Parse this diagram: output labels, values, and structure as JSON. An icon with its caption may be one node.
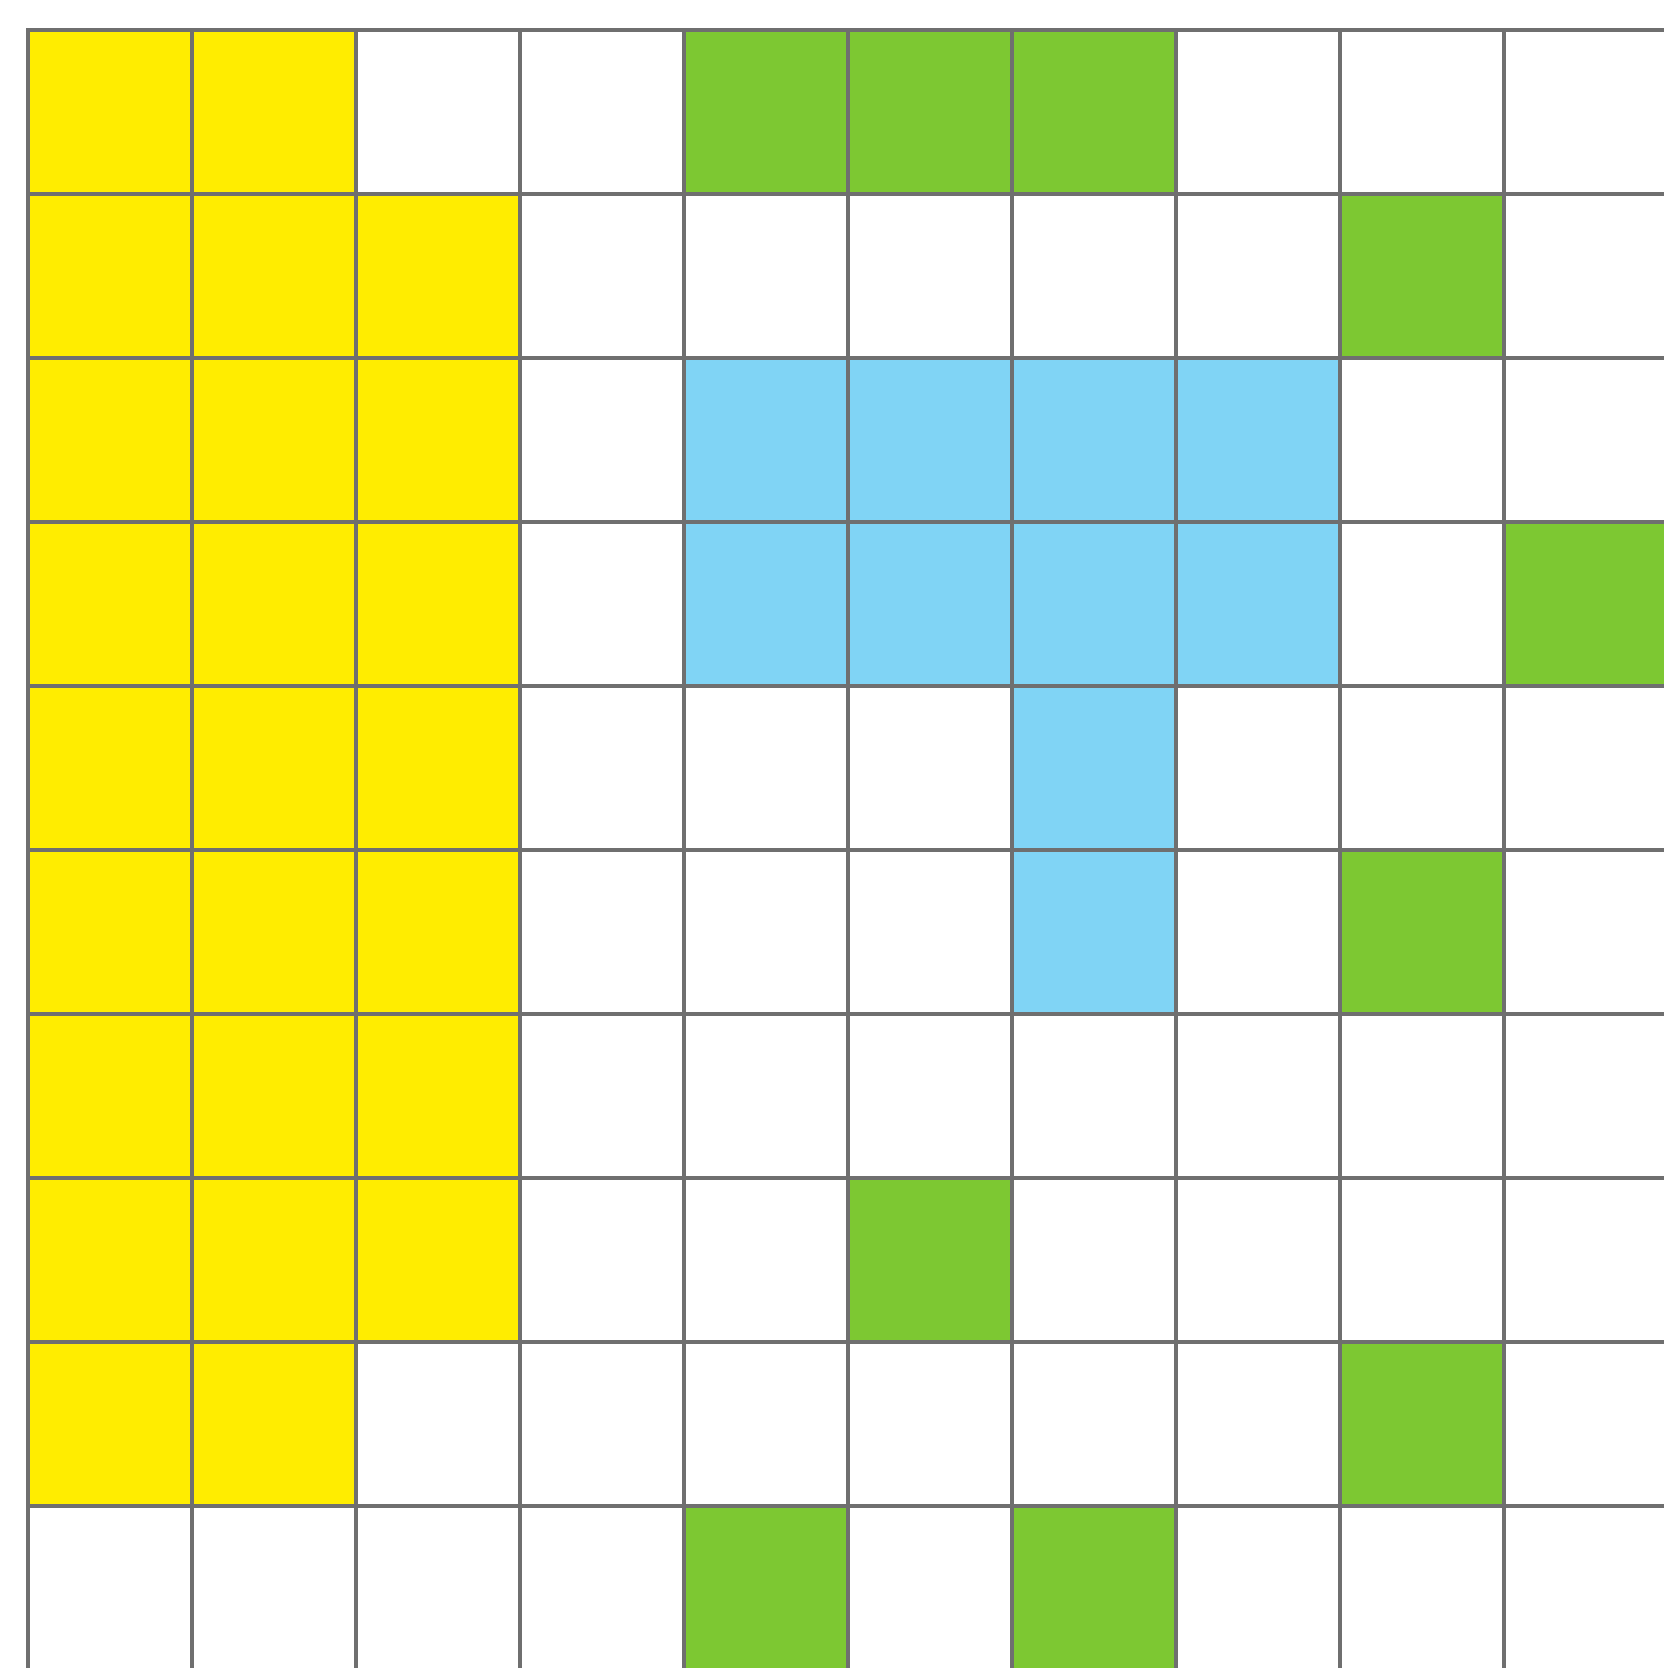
{
  "diagram": {
    "nodes": [
      {
        "text": [],
        "shape": "box"
      },
      {
        "text": [],
        "shape": "box"
      },
      {
        "text": [],
        "shape": "box"
      },
      {
        "text": [],
        "shape": "box"
      },
      {
        "text": [],
        "shape": "box"
      },
      {
        "text": [],
        "shape": "box"
      },
      {
        "text": [],
        "shape": "box"
      },
      {
        "text": [],
        "shape": "box"
      },
      {
        "text": [],
        "shape": "box"
      },
      {
        "text": [],
        "shape": "box"
      },
      {
        "text": [],
        "shape": "box"
      },
      {
        "text": [],
        "shape": "box"
      },
      {
        "text": [],
        "shape": "box"
      },
      {
        "text": [],
        "shape": "box"
      },
      {
        "text": [],
        "shape": "box"
      },
      {
        "text": [],
        "shape": "box"
      },
      {
        "text": [],
        "shape": "box"
      },
      {
        "text": [],
        "shape": "box"
      },
      {
        "text": [],
        "shape": "box"
      },
      {
        "text": [],
        "shape": "box"
      },
      {
        "text": [],
        "shape": "box"
      },
      {
        "text": [],
        "shape": "box"
      },
      {
        "text": [],
        "shape": "box"
      },
      {
        "text": [],
        "shape": "box"
      },
      {
        "text": [],
        "shape": "box"
      },
      {
        "text": [],
        "shape": "box"
      },
      {
        "text": [],
        "shape": "box"
      },
      {
        "text": [],
        "shape": "box"
      },
      {
        "text": [],
        "shape": "box"
      },
      {
        "text": [],
        "shape": "box"
      },
      {
        "text": [],
        "shape": "box"
      },
      {
        "text": [],
        "shape": "box"
      },
      {
        "text": [],
        "shape": "box"
      },
      {
        "text": [],
        "shape": "box"
      },
      {
        "text": [],
        "shape": "box"
      },
      {
        "text": [],
        "shape": "box"
      },
      {
        "text": [],
        "shape": "box"
      },
      {
        "text": [],
        "shape": "box"
      },
      {
        "text": [],
        "shape": "box"
      },
      {
        "text": [],
        "shape": "box"
      },
      {
        "text": [],
        "shape": "box"
      },
      {
        "text": [],
        "shape": "box"
      },
      {
        "text": [],
        "shape": "box"
      },
      {
        "text": [],
        "shape": "box"
      },
      {
        "text": [],
        "shape": "box"
      },
      {
        "text": [],
        "shape": "box"
      },
      {
        "text": [],
        "shape": "box"
      },
      {
        "text": [],
        "shape": "box"
      },
      {
        "text": [],
        "shape": "box"
      },
      {
        "text": [],
        "shape": "box"
      },
      {
        "text": [],
        "shape": "box"
      },
      {
        "text": [],
        "shape": "box"
      },
      {
        "text": [],
        "shape": "box"
      },
      {
        "text": [],
        "shape": "box"
      },
      {
        "text": [],
        "shape": "box"
      },
      {
        "text": [],
        "shape": "box"
      },
      {
        "text": [],
        "shape": "box"
      },
      {
        "text": [],
        "shape": "box"
      },
      {
        "text": [],
        "shape": "box"
      },
      {
        "text": [],
        "shape": "box"
      },
      {
        "text": [],
        "shape": "box"
      },
      {
        "text": [],
        "shape": "box"
      },
      {
        "text": [],
        "shape": "box"
      },
      {
        "text": [],
        "shape": "box"
      },
      {
        "text": [],
        "shape": "box"
      },
      {
        "text": [],
        "shape": "box"
      },
      {
        "text": [],
        "shape": "box"
      },
      {
        "text": [],
        "shape": "box"
      },
      {
        "text": [],
        "shape": "box"
      },
      {
        "text": [],
        "shape": "box"
      },
      {
        "text": [],
        "shape": "box"
      },
      {
        "text": [],
        "shape": "box"
      },
      {
        "text": [],
        "shape": "box"
      },
      {
        "text": [],
        "shape": "box"
      },
      {
        "text": [],
        "shape": "box"
      },
      {
        "text": [],
        "shape": "box"
      },
      {
        "text": [],
        "shape": "box"
      },
      {
        "text": [],
        "shape": "box"
      },
      {
        "text": [],
        "shape": "box"
      },
      {
        "text": [],
        "shape": "box"
      },
      {
        "text": [],
        "shape": "box"
      },
      {
        "text": [],
        "shape": "box"
      },
      {
        "text": [],
        "shape": "box"
      },
      {
        "text": [],
        "shape": "box"
      },
      {
        "text": [],
        "shape": "box"
      },
      {
        "text": [],
        "shape": "box"
      },
      {
        "text": [],
        "shape": "box"
      },
      {
        "text": [],
        "shape": "box"
      },
      {
        "text": [],
        "shape": "box"
      },
      {
        "text": [],
        "shape": "box"
      },
      {
        "text": [],
        "shape": "box"
      },
      {
        "text": [],
        "shape": "box"
      },
      {
        "text": [],
        "shape": "box"
      },
      {
        "text": [],
        "shape": "box"
      },
      {
        "text": [],
        "shape": "box"
      },
      {
        "text": [],
        "shape": "box"
      },
      {
        "text": [],
        "shape": "box"
      },
      {
        "text": [],
        "shape": "box"
      },
      {
        "text": [],
        "shape": "box"
      },
      {
        "text": [],
        "shape": "box"
      }
    ]
  }
}
